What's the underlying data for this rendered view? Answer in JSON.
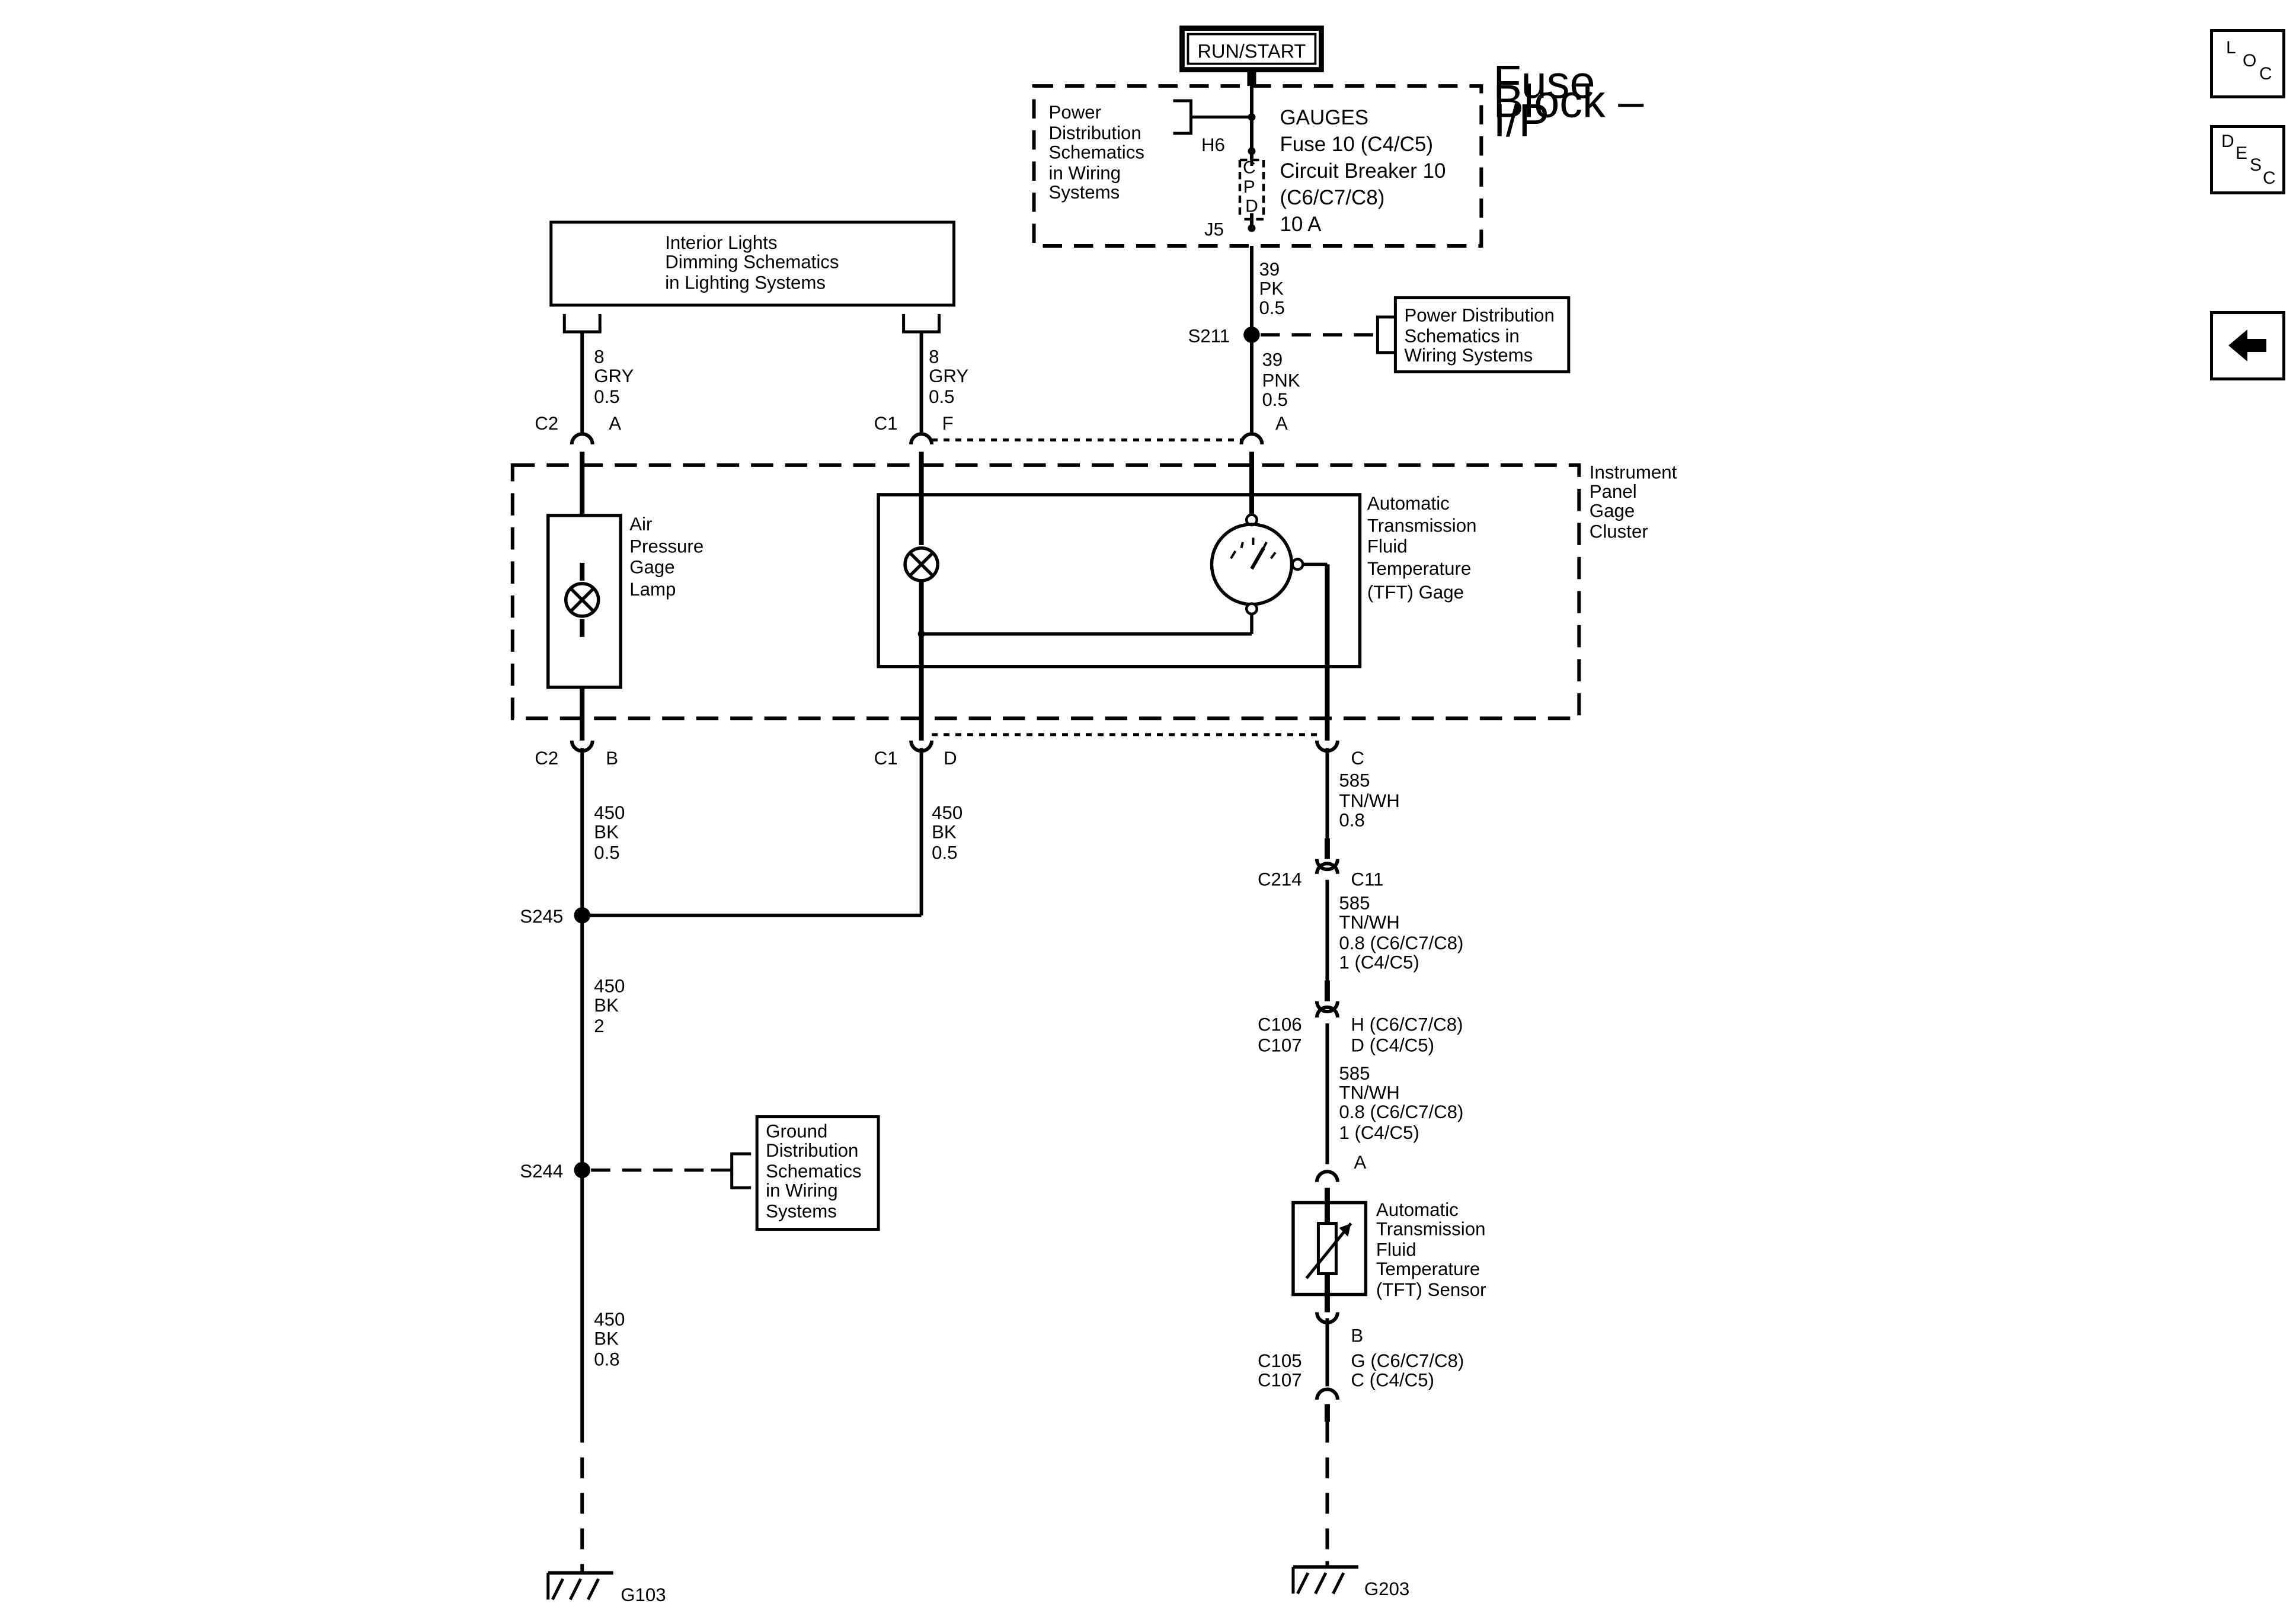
{
  "power_source": "RUN/START",
  "fuse_block": {
    "title": [
      "Fuse",
      "Block –",
      "I/P"
    ],
    "power_ref": [
      "Power",
      "Distribution",
      "Schematics",
      "in Wiring",
      "Systems"
    ],
    "fuse_text": [
      "GAUGES",
      "Fuse 10 (C4/C5)",
      "Circuit Breaker 10",
      "(C6/C7/C8)",
      "10 A"
    ],
    "terminal_top": "H6",
    "terminal_bottom": "J5",
    "cpd_letters": [
      "C",
      "P",
      "D"
    ]
  },
  "dimming_box": [
    "Interior Lights",
    "Dimming Schematics",
    "in Lighting Systems"
  ],
  "power_ref_right": [
    "Power Distribution",
    "Schematics in",
    "Wiring  Systems"
  ],
  "ground_ref": [
    "Ground",
    "Distribution",
    "Schematics",
    "in Wiring",
    "Systems"
  ],
  "cluster": {
    "title": [
      "Instrument",
      "Panel",
      "Gage",
      "Cluster"
    ],
    "lamp_label": [
      "Air",
      "Pressure",
      "Gage",
      "Lamp"
    ],
    "gage_label": [
      "Automatic",
      "Transmission",
      "Fluid",
      "Temperature",
      "(TFT) Gage"
    ]
  },
  "sensor_label": [
    "Automatic",
    "Transmission",
    "Fluid",
    "Temperature",
    "(TFT) Sensor"
  ],
  "wires": {
    "w39pk": [
      "39",
      "PK",
      "0.5"
    ],
    "w39pnk": [
      "39",
      "PNK",
      "0.5"
    ],
    "w8gry_left": [
      "8",
      "GRY",
      "0.5"
    ],
    "w8gry_right": [
      "8",
      "GRY",
      "0.5"
    ],
    "w450_left": [
      "450",
      "BK",
      "0.5"
    ],
    "w450_right": [
      "450",
      "BK",
      "0.5"
    ],
    "w450_2": [
      "450",
      "BK",
      "2"
    ],
    "w450_08": [
      "450",
      "BK",
      "0.8"
    ],
    "w585_1": [
      "585",
      "TN/WH",
      "0.8"
    ],
    "w585_2": [
      "585",
      "TN/WH",
      "0.8 (C6/C7/C8)",
      "1 (C4/C5)"
    ],
    "w585_3": [
      "585",
      "TN/WH",
      "0.8 (C6/C7/C8)",
      "1 (C4/C5)"
    ]
  },
  "connectors": {
    "c2_top": "C2",
    "c2_top_pin": "A",
    "c1_top": "C1",
    "c1_top_pin": "F",
    "c1_tft_pin": "A",
    "c2_bot": "C2",
    "c2_bot_pin": "B",
    "c1_bot": "C1",
    "c1_bot_pin": "D",
    "c1_tft_bot_pin": "C",
    "c214": "C214",
    "c214_pin": "C11",
    "c106": "C106",
    "c107a": "C107",
    "c106_pins": [
      "H (C6/C7/C8)",
      "D (C4/C5)"
    ],
    "sensor_pin_a": "A",
    "sensor_pin_b": "B",
    "c105": "C105",
    "c107b": "C107",
    "c105_pins": [
      "G (C6/C7/C8)",
      "C (C4/C5)"
    ]
  },
  "splices": {
    "s211": "S211",
    "s245": "S245",
    "s244": "S244"
  },
  "grounds": {
    "g103": "G103",
    "g203": "G203"
  },
  "nav": {
    "loc": [
      "L",
      "O",
      "C"
    ],
    "desc": [
      "D",
      "E",
      "S",
      "C"
    ],
    "back_icon": "left-arrow-icon"
  }
}
